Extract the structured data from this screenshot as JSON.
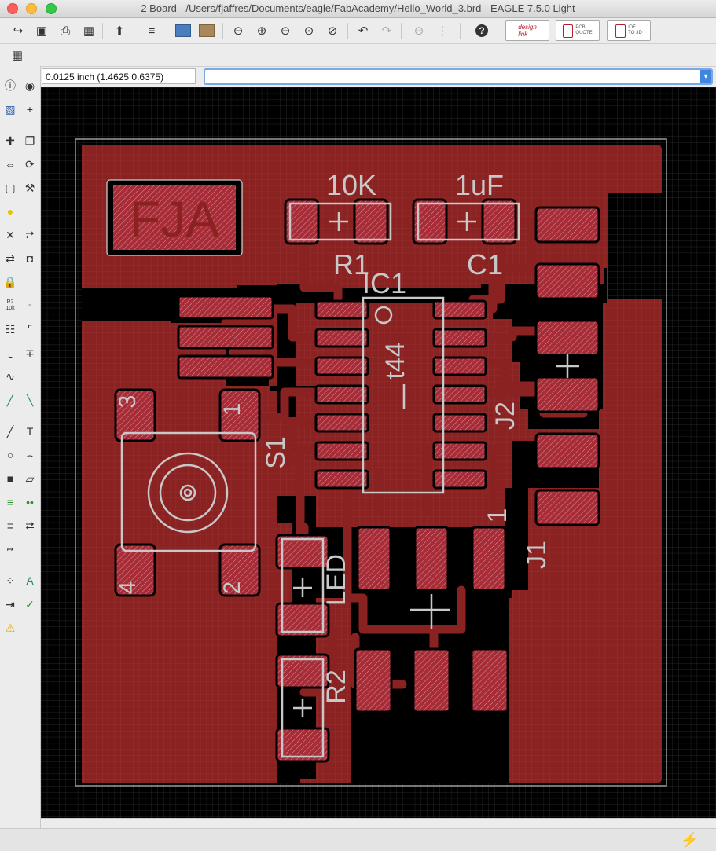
{
  "window": {
    "title": "2 Board - /Users/fjaffres/Documents/eagle/FabAcademy/Hello_World_3.brd - EAGLE 7.5.0 Light"
  },
  "toolbar": {
    "icons": [
      "open-icon",
      "save-icon",
      "print-icon",
      "cam-icon",
      "scripts-icon",
      "layers-icon",
      "scr-icon",
      "ulp-icon",
      "zoom-fit-icon",
      "zoom-in-icon",
      "zoom-out-icon",
      "zoom-redraw-icon",
      "zoom-select-icon",
      "undo-icon",
      "redo-icon",
      "stop-icon",
      "go-icon",
      "help-icon"
    ],
    "badges": [
      {
        "name": "designlink-button",
        "label": "design link"
      },
      {
        "name": "pcb-quote-button",
        "label": "PCB QUOTE"
      },
      {
        "name": "idf-to-3d-button",
        "label": "IDF TO 3D"
      }
    ]
  },
  "coord_display": {
    "text": "0.0125 inch (1.4625 0.6375)"
  },
  "command_line": {
    "value": ""
  },
  "left_tools": {
    "r2_label": "R2",
    "r2_value": "10k"
  },
  "board": {
    "colors": {
      "background": "#000000",
      "copper": "#8b2222",
      "pad": "#a8303a",
      "silk": "#c8c8c8",
      "grid": "#2e2e2e"
    },
    "logo": "FJA",
    "labels": {
      "r1_value": "10K",
      "c1_value": "1uF",
      "r1_name": "R1",
      "c1_name": "C1",
      "ic1_name": "IC1",
      "ic1_value": "t44",
      "s1_name": "S1",
      "j2_name": "J2",
      "j1_name": "J1",
      "j1_pin": "1",
      "led_name": "LED",
      "r2_name": "R2",
      "s1_pin3": "3",
      "s1_pin1": "1",
      "s1_pin4": "4",
      "s1_pin2": "2"
    }
  }
}
